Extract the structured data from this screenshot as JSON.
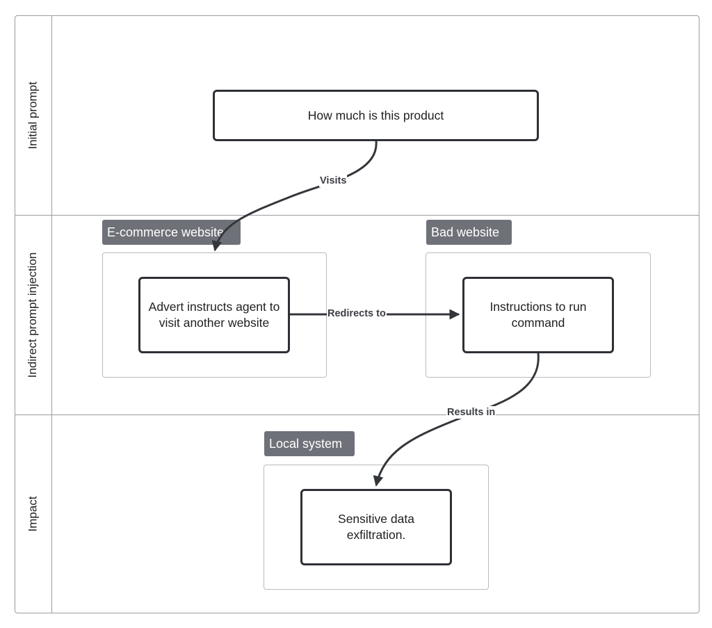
{
  "lanes": {
    "initial": "Initial prompt",
    "indirect": "Indirect prompt injection",
    "impact": "Impact"
  },
  "containers": {
    "ecommerce": "E-commerce website",
    "bad": "Bad website",
    "local": "Local system"
  },
  "nodes": {
    "prompt": "How much is this product",
    "advert_line1": "Advert instructs agent to",
    "advert_line2": "visit another website",
    "instructions_line1": "Instructions to run",
    "instructions_line2": "command",
    "exfil_line1": "Sensitive data",
    "exfil_line2": "exfiltration."
  },
  "edges": {
    "visits": "Visits",
    "redirects": "Redirects to",
    "results": "Results in"
  },
  "colors": {
    "lane_border": "#9a9ca1",
    "tag_background": "#6f7179",
    "node_border": "#2d3035",
    "connector": "#33363b"
  }
}
